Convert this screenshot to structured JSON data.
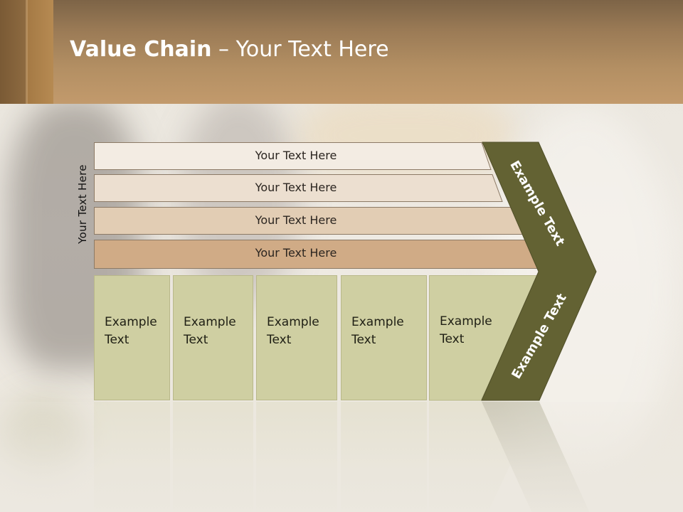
{
  "title": {
    "bold": "Value Chain",
    "rest": " – Your Text Here"
  },
  "vertical_label": "Your Text Here",
  "bars": [
    {
      "label": "Your Text Here",
      "color": "#f3ece3"
    },
    {
      "label": "Your Text Here",
      "color": "#ecdfd0"
    },
    {
      "label": "Your Text Here",
      "color": "#e2cdb4"
    },
    {
      "label": "Your Text Here",
      "color": "#d0ab86"
    }
  ],
  "cells": [
    {
      "text": "Example\nText"
    },
    {
      "text": "Example\nText"
    },
    {
      "text": "Example\nText"
    },
    {
      "text": "Example\nText"
    },
    {
      "text": "Example\nText"
    }
  ],
  "chevron": {
    "upper_text": "Example Text",
    "lower_text": "Example Text",
    "color": "#636233"
  },
  "colors": {
    "header": "#b38f63",
    "cell_fill": "#cfcfa2",
    "bar_border": "#8c7a66"
  }
}
